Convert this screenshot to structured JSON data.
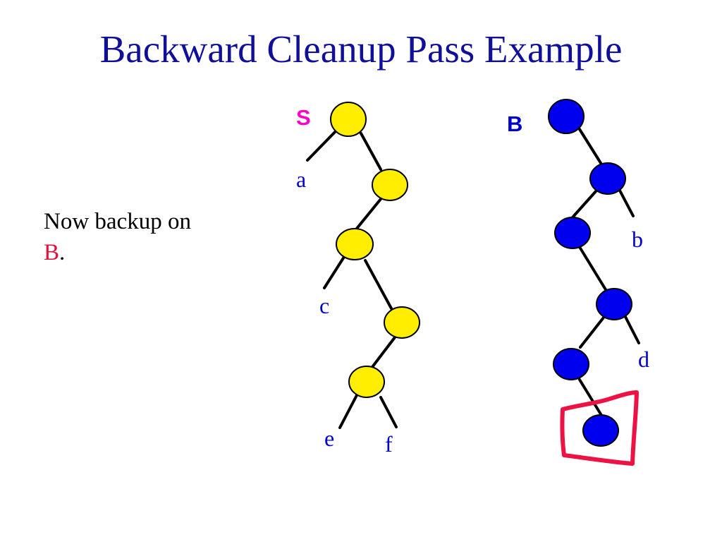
{
  "slide": {
    "title": "Backward Cleanup Pass Example",
    "body": {
      "line1": "Now backup on",
      "line2_highlight": "B",
      "line2_suffix": "."
    }
  },
  "colors": {
    "title": "#0f0f9a",
    "highlight": "#e0103a",
    "s_node_fill": "#ffee00",
    "b_node_fill": "#0000ee",
    "s_label": "#ff00cc",
    "b_label": "#0000cc",
    "leaf_label": "#0000cc",
    "edge": "#000000",
    "marker": "#ee1144"
  },
  "trees": {
    "s": {
      "label": "S",
      "leaves": [
        "a",
        "c",
        "e",
        "f"
      ]
    },
    "b": {
      "label": "B",
      "leaves": [
        "b",
        "d"
      ]
    }
  }
}
